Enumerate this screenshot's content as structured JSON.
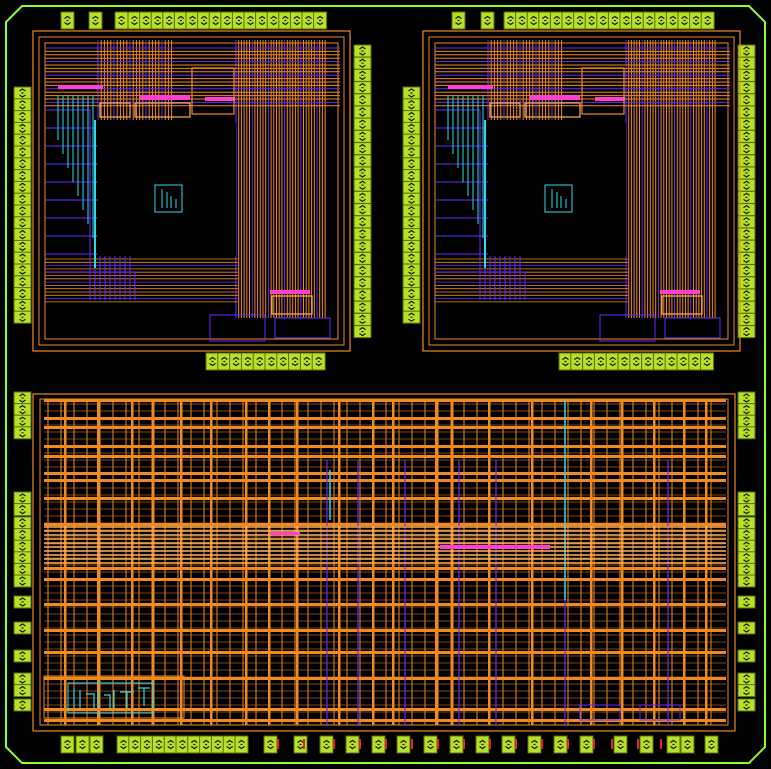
{
  "colors": {
    "background": "#000000",
    "boundary": "#8cff2a",
    "pad_fill": "#b6e02a",
    "pad_mark": "#1a1a00",
    "pad_text": "#ffffff",
    "metal_orange": "#f08a1e",
    "metal_orange_light": "#ffb060",
    "metal_purple": "#6a2cff",
    "metal_magenta": "#ff3fd2",
    "metal_cyan": "#2fd8e6",
    "metal_blue": "#3a6aff",
    "pad_stub_red": "#e0203a"
  },
  "layout_description": {
    "blocks": [
      "core-top-left",
      "core-top-right",
      "core-bottom"
    ],
    "logo_text_top_left": "",
    "logo_text_top_right": "",
    "logo_text_bottom": ""
  }
}
